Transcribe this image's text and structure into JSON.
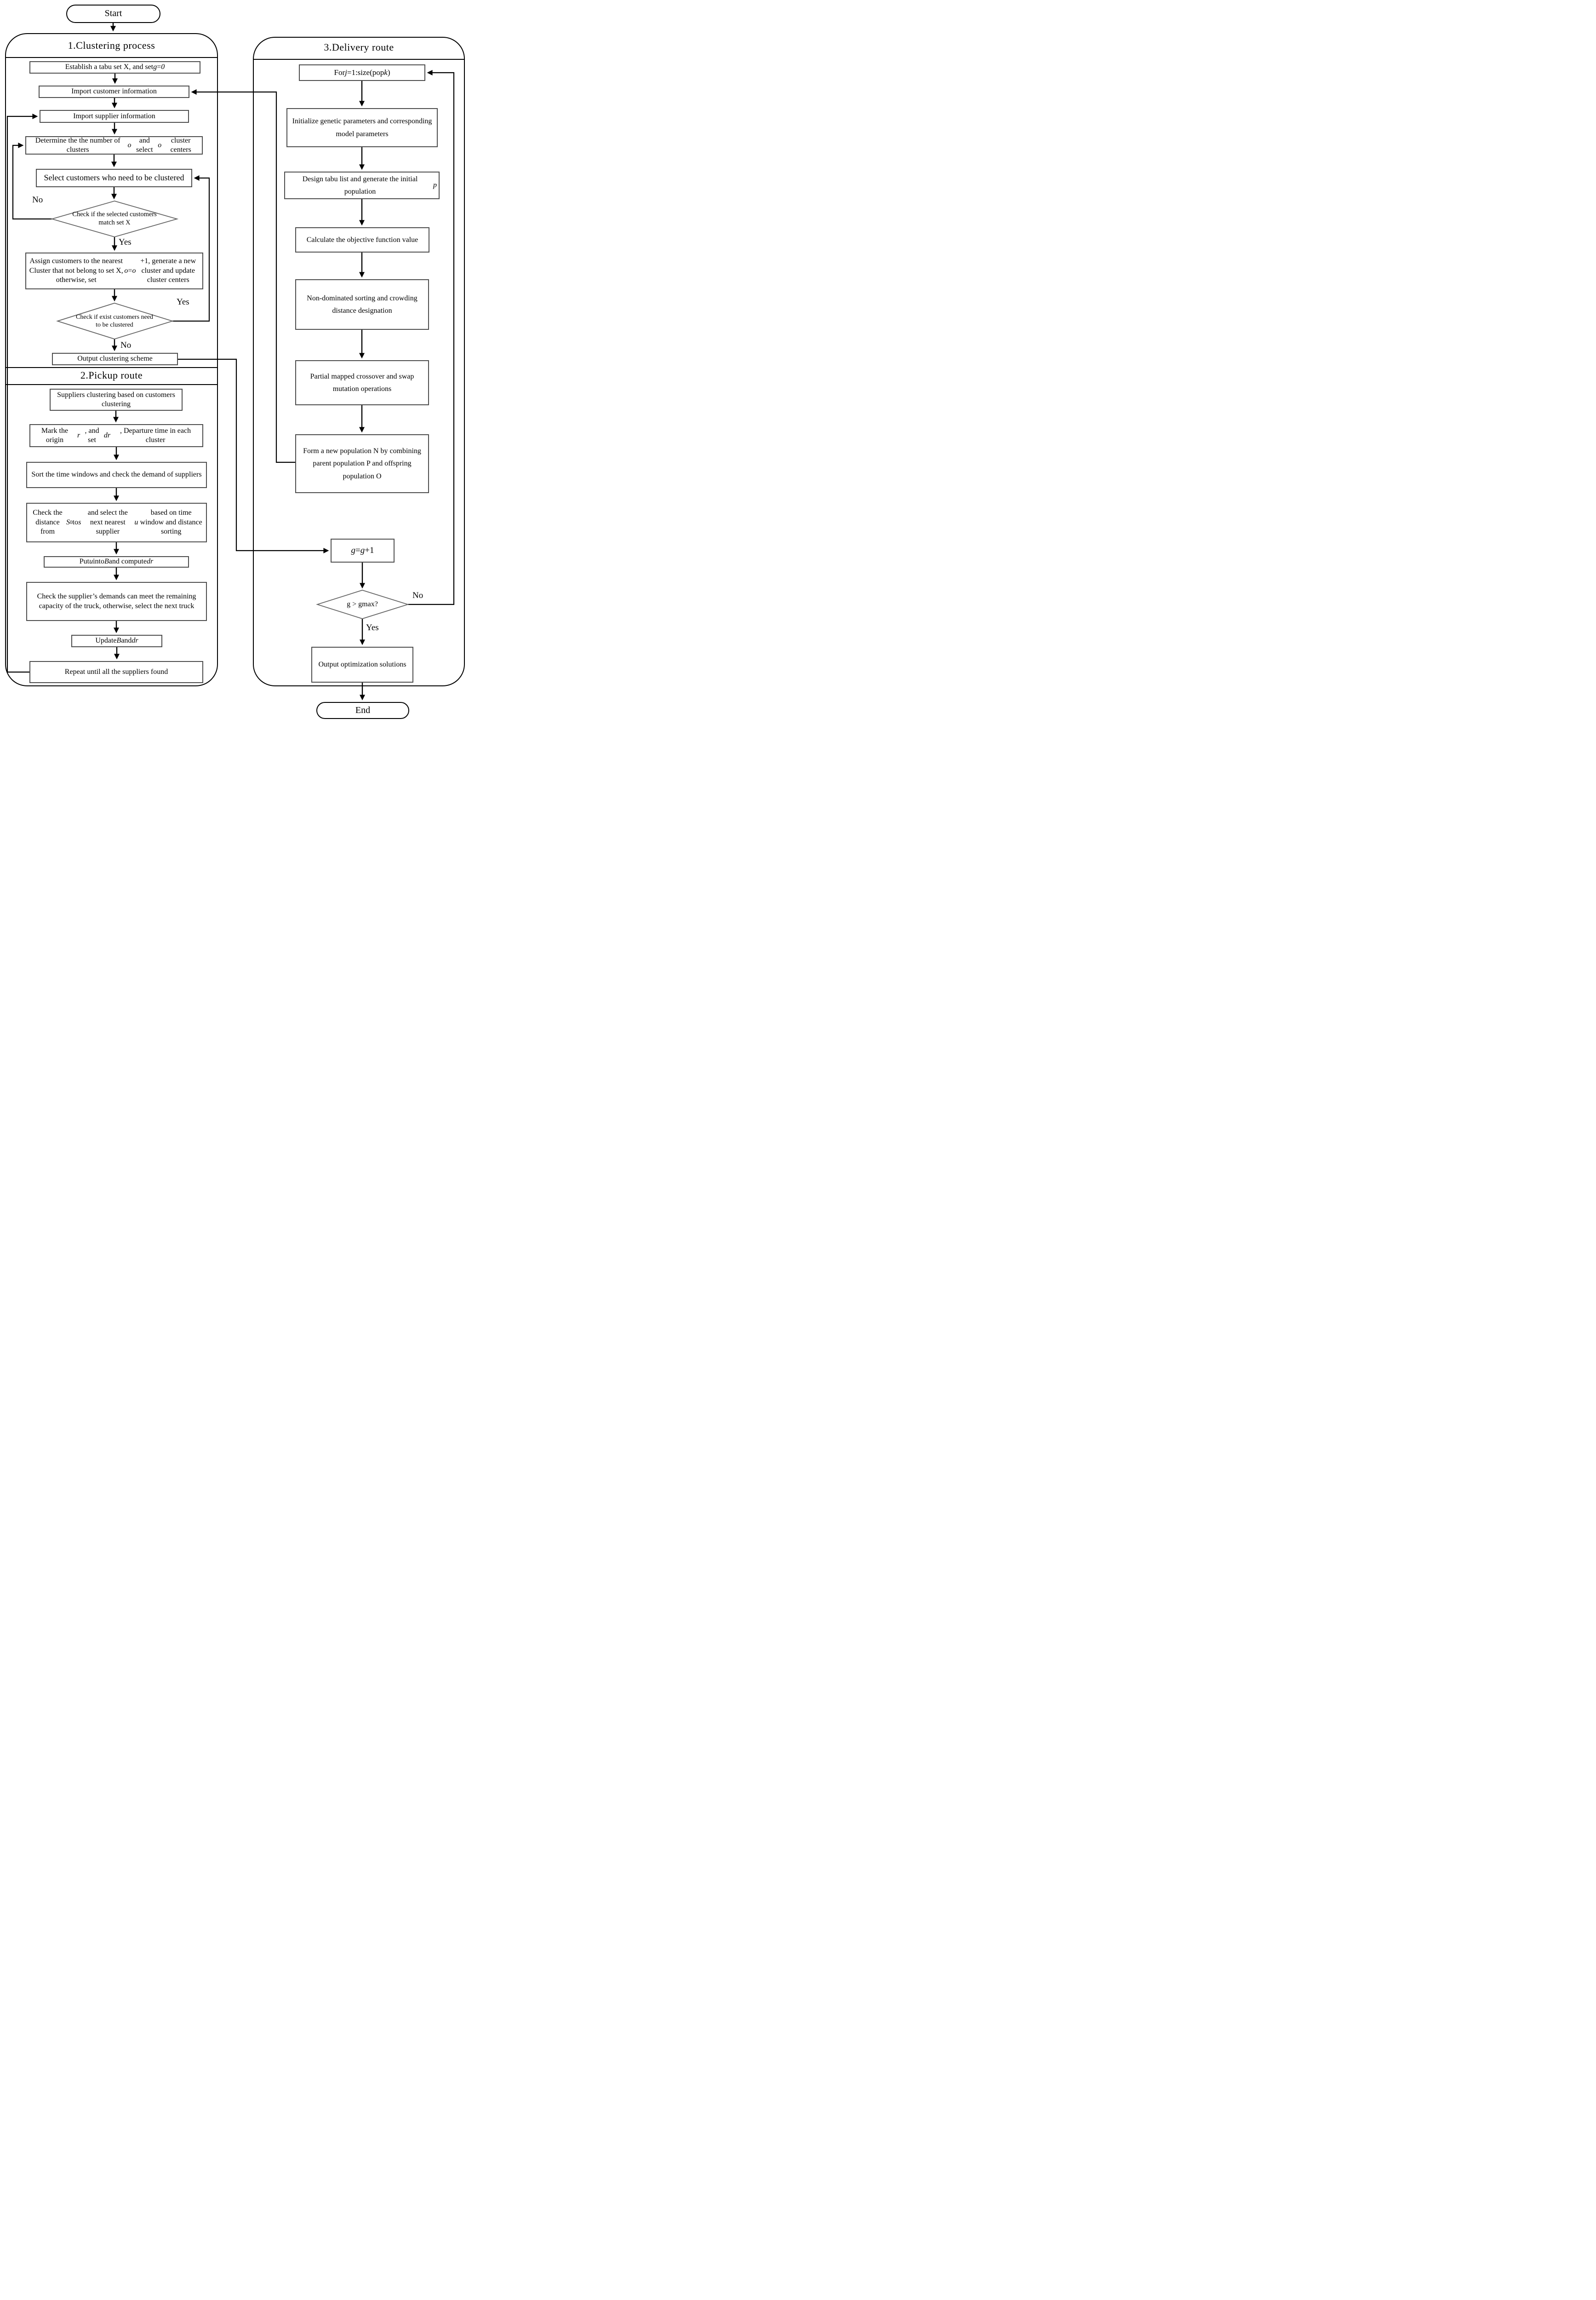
{
  "diagram": {
    "start_label": "Start",
    "end_label": "End",
    "sections": {
      "clustering": {
        "title": "1.Clustering process"
      },
      "pickup": {
        "title": "2.Pickup route"
      },
      "delivery": {
        "title": "3.Delivery route"
      }
    },
    "nodes": {
      "establish_tabu": "Establish a tabu set X, and set <i>g</i>=<i>0</i>",
      "import_customer": "Import customer information",
      "import_supplier": "Import supplier information",
      "determine_clusters": "Determine the the number of clusters <i>o</i> and select <i>o</i> cluster centers",
      "select_customers": "Select customers who need to be clustered",
      "check_match": "Check if the selected customers match set X",
      "assign_customers": "Assign customers to the nearest Cluster that not belong to set X, otherwise, set <i>o</i>=<i>o</i>+1, generate a new cluster and update cluster centers",
      "check_exist": "Check if exist customers need to be clustered",
      "output_clustering": "Output clustering scheme",
      "suppliers_clustering": "Suppliers clustering based on customers clustering",
      "mark_origin": "Mark the origin <i>r</i> , and set <i>dr</i>, Departure time in each cluster",
      "sort_time_windows": "Sort the time windows and check the demand of suppliers",
      "check_distance": "Check the distance from <i>S</i><sub>0</sub> to <i>s</i> and select the next nearest supplier <i>u</i> based on time window and distance sorting",
      "put_u": "Put <i>u</i> into <i>B</i> and compute <i>dr</i>",
      "check_demands": "Check the supplier’s demands can meet the remaining capacity of the truck, otherwise, select the next truck",
      "update_b": "Update <i>B</i> and <i>dr</i>",
      "repeat_until": "Repeat until all the suppliers found",
      "for_loop": "For <i>j</i>=1:size(pop<i>k</i>)",
      "init_genetic": "Initialize genetic parameters and corresponding model parameters",
      "design_tabu": "Design tabu list and generate the initial population <i>p</i>",
      "calc_objective": "Calculate the objective function value",
      "non_dominated": "Non-dominated sorting and crowding distance designation",
      "partial_crossover": "Partial mapped crossover and swap mutation operations",
      "form_population": "Form a new population N by combining parent population P and offspring population O",
      "g_increment": "<i>g</i> = <i>g</i>+1",
      "check_gmax": "g &gt; gmax?",
      "output_solutions": "Output optimization solutions"
    },
    "branch_labels": {
      "match_no": "No",
      "match_yes": "Yes",
      "exist_yes": "Yes",
      "exist_no": "No",
      "gmax_no": "No",
      "gmax_yes": "Yes"
    },
    "colors": {
      "background": "#ffffff",
      "line": "#000000",
      "box_border": "#4d4d4d",
      "diamond_border": "#666666",
      "container_border": "#000000",
      "text": "#000000"
    }
  }
}
